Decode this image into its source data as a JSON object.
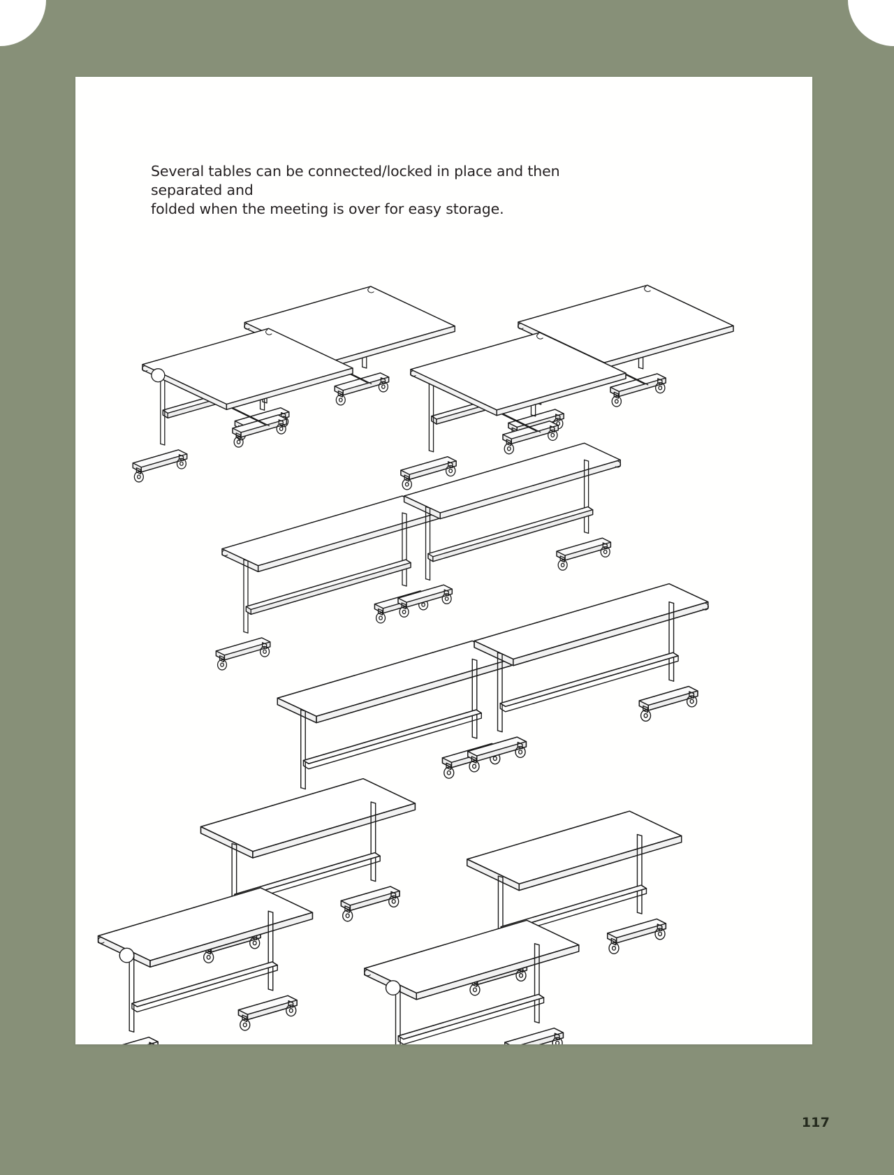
{
  "document": {
    "background_color": "#879078",
    "page_color": "#fffffe",
    "page_number": "117",
    "caption": "Several tables can be connected/locked in place and then separated and folded when the meeting is over for easy storage.",
    "caption_line_1": "Several tables can be connected/locked in place and then separated and",
    "caption_line_2": "folded when the meeting is over for easy storage.",
    "line_art_color": "#1a1a1a"
  },
  "figures": [
    {
      "id": "figure-top-left",
      "name": "two-tables-side-by-side-angled",
      "description": "Two folding tables with mobile caster bases, tops joined side by side, viewed in isometric perspective from above-left.",
      "table_count": 2,
      "tabletops": 2,
      "caster_count": 8
    },
    {
      "id": "figure-top-right",
      "name": "two-tables-side-by-side-angled-mirrored",
      "description": "Second pair of folding tables connected side by side, shown from a slightly lower isometric angle.",
      "table_count": 2,
      "tabletops": 2,
      "caster_count": 8
    },
    {
      "id": "figure-middle",
      "name": "two-tables-end-to-end-row",
      "description": "Two folding tables connected end to end forming one long straight row.",
      "table_count": 2,
      "tabletops": 2,
      "caster_count": 8
    },
    {
      "id": "figure-bottom",
      "name": "u-shaped-table-arrangement",
      "description": "Six folding tables connected and locked together in a large U-shaped conference arrangement.",
      "table_count": 6,
      "tabletops": 6,
      "caster_count": 24
    }
  ]
}
